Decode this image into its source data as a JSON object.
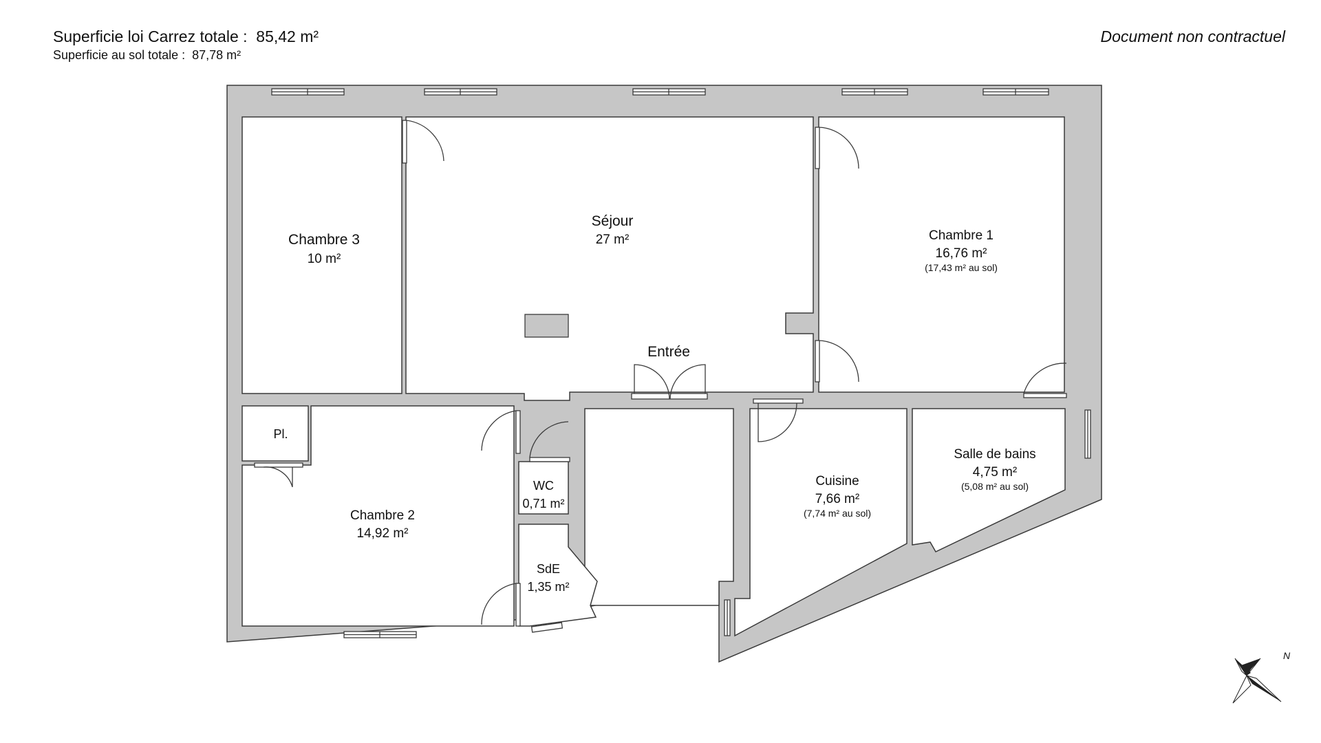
{
  "header": {
    "carrez_label": "Superficie loi Carrez totale :",
    "carrez_value": "85,42 m²",
    "ground_label": "Superficie au sol totale :",
    "ground_value": "87,78 m²",
    "disclaimer": "Document non contractuel"
  },
  "rooms": {
    "chambre3": {
      "name": "Chambre 3",
      "area": "10 m²"
    },
    "sejour": {
      "name": "Séjour",
      "area": "27 m²"
    },
    "chambre1": {
      "name": "Chambre 1",
      "area": "16,76 m²",
      "ground": "(17,43 m² au sol)"
    },
    "entree": {
      "name": "Entrée"
    },
    "placard": {
      "name": "Pl."
    },
    "chambre2": {
      "name": "Chambre 2",
      "area": "14,92 m²"
    },
    "wc": {
      "name": "WC",
      "area": "0,71 m²"
    },
    "sde": {
      "name": "SdE",
      "area": "1,35 m²"
    },
    "cuisine": {
      "name": "Cuisine",
      "area": "7,66 m²",
      "ground": "(7,74 m² au sol)"
    },
    "sdb": {
      "name": "Salle de bains",
      "area": "4,75 m²",
      "ground": "(5,08 m² au sol)"
    }
  },
  "compass": {
    "north": "N"
  },
  "colors": {
    "wall": "#c6c6c6",
    "wall_edge": "#3a3a3a",
    "floor": "#ffffff",
    "text": "#111111"
  }
}
